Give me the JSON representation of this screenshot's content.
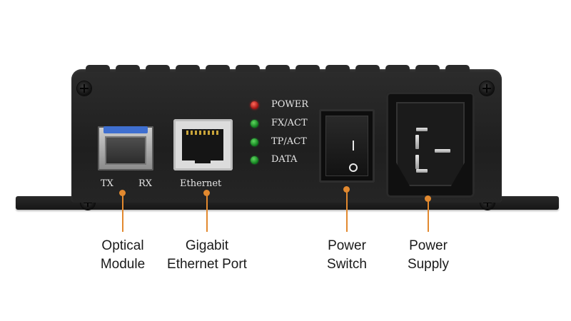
{
  "leds": [
    {
      "label": "POWER",
      "color": "#d02020"
    },
    {
      "label": "FX/ACT",
      "color": "#1b8a2b"
    },
    {
      "label": "TP/ACT",
      "color": "#1b8a2b"
    },
    {
      "label": "DATA",
      "color": "#1b8a2b"
    }
  ],
  "port_labels": {
    "tx": "TX",
    "rx": "RX",
    "ethernet": "Ethernet"
  },
  "switch_marks": {
    "on": "I",
    "off": "O"
  },
  "callouts": {
    "optical": {
      "line1": "Optical",
      "line2": "Module"
    },
    "ethernet": {
      "line1": "Gigabit",
      "line2": "Ethernet Port"
    },
    "switch": {
      "line1": "Power",
      "line2": "Switch"
    },
    "supply": {
      "line1": "Power",
      "line2": "Supply"
    }
  },
  "colors": {
    "accent": "#e2892f",
    "device": "#252525"
  }
}
